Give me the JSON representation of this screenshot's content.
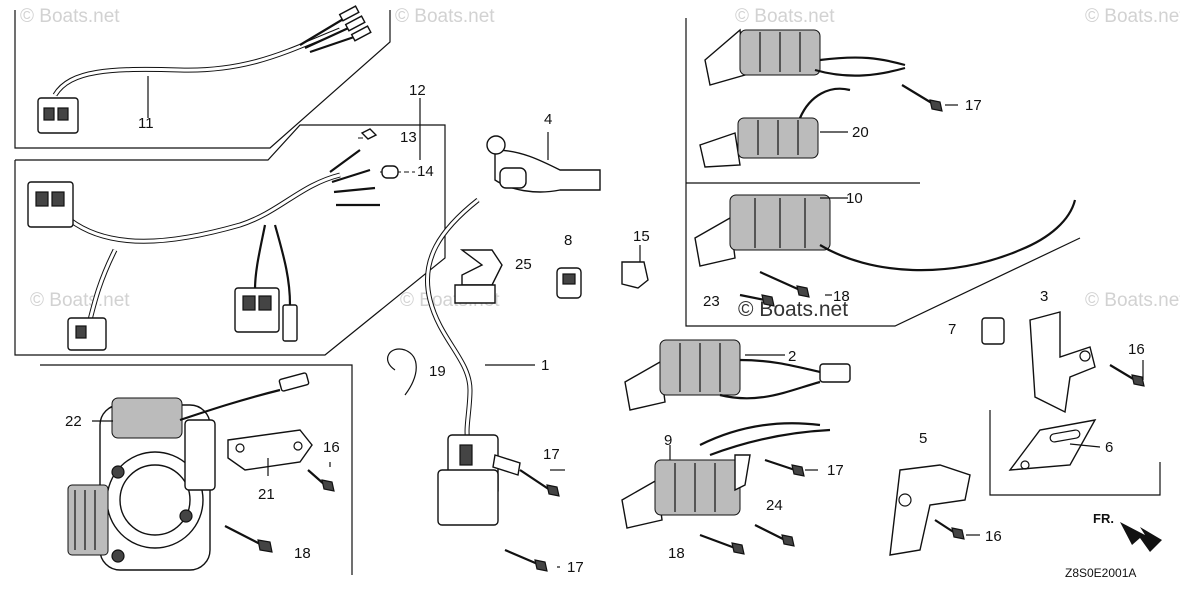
{
  "watermark": "© Boats.net",
  "diagram_code": "Z8S0E2001A",
  "direction_label": "FR.",
  "callouts": {
    "p1": "1",
    "p2": "2",
    "p3": "3",
    "p4": "4",
    "p5": "5",
    "p6": "6",
    "p7": "7",
    "p8": "8",
    "p9": "9",
    "p10": "10",
    "p11": "11",
    "p12": "12",
    "p13": "13",
    "p14": "14",
    "p15": "15",
    "p16a": "16",
    "p16b": "16",
    "p16c": "16",
    "p17a": "17",
    "p17b": "17",
    "p17c": "17",
    "p17d": "17",
    "p18a": "18",
    "p18b": "18",
    "p18c": "18",
    "p19": "19",
    "p20": "20",
    "p21": "21",
    "p22": "22",
    "p23": "23",
    "p24": "24",
    "p25": "25"
  }
}
